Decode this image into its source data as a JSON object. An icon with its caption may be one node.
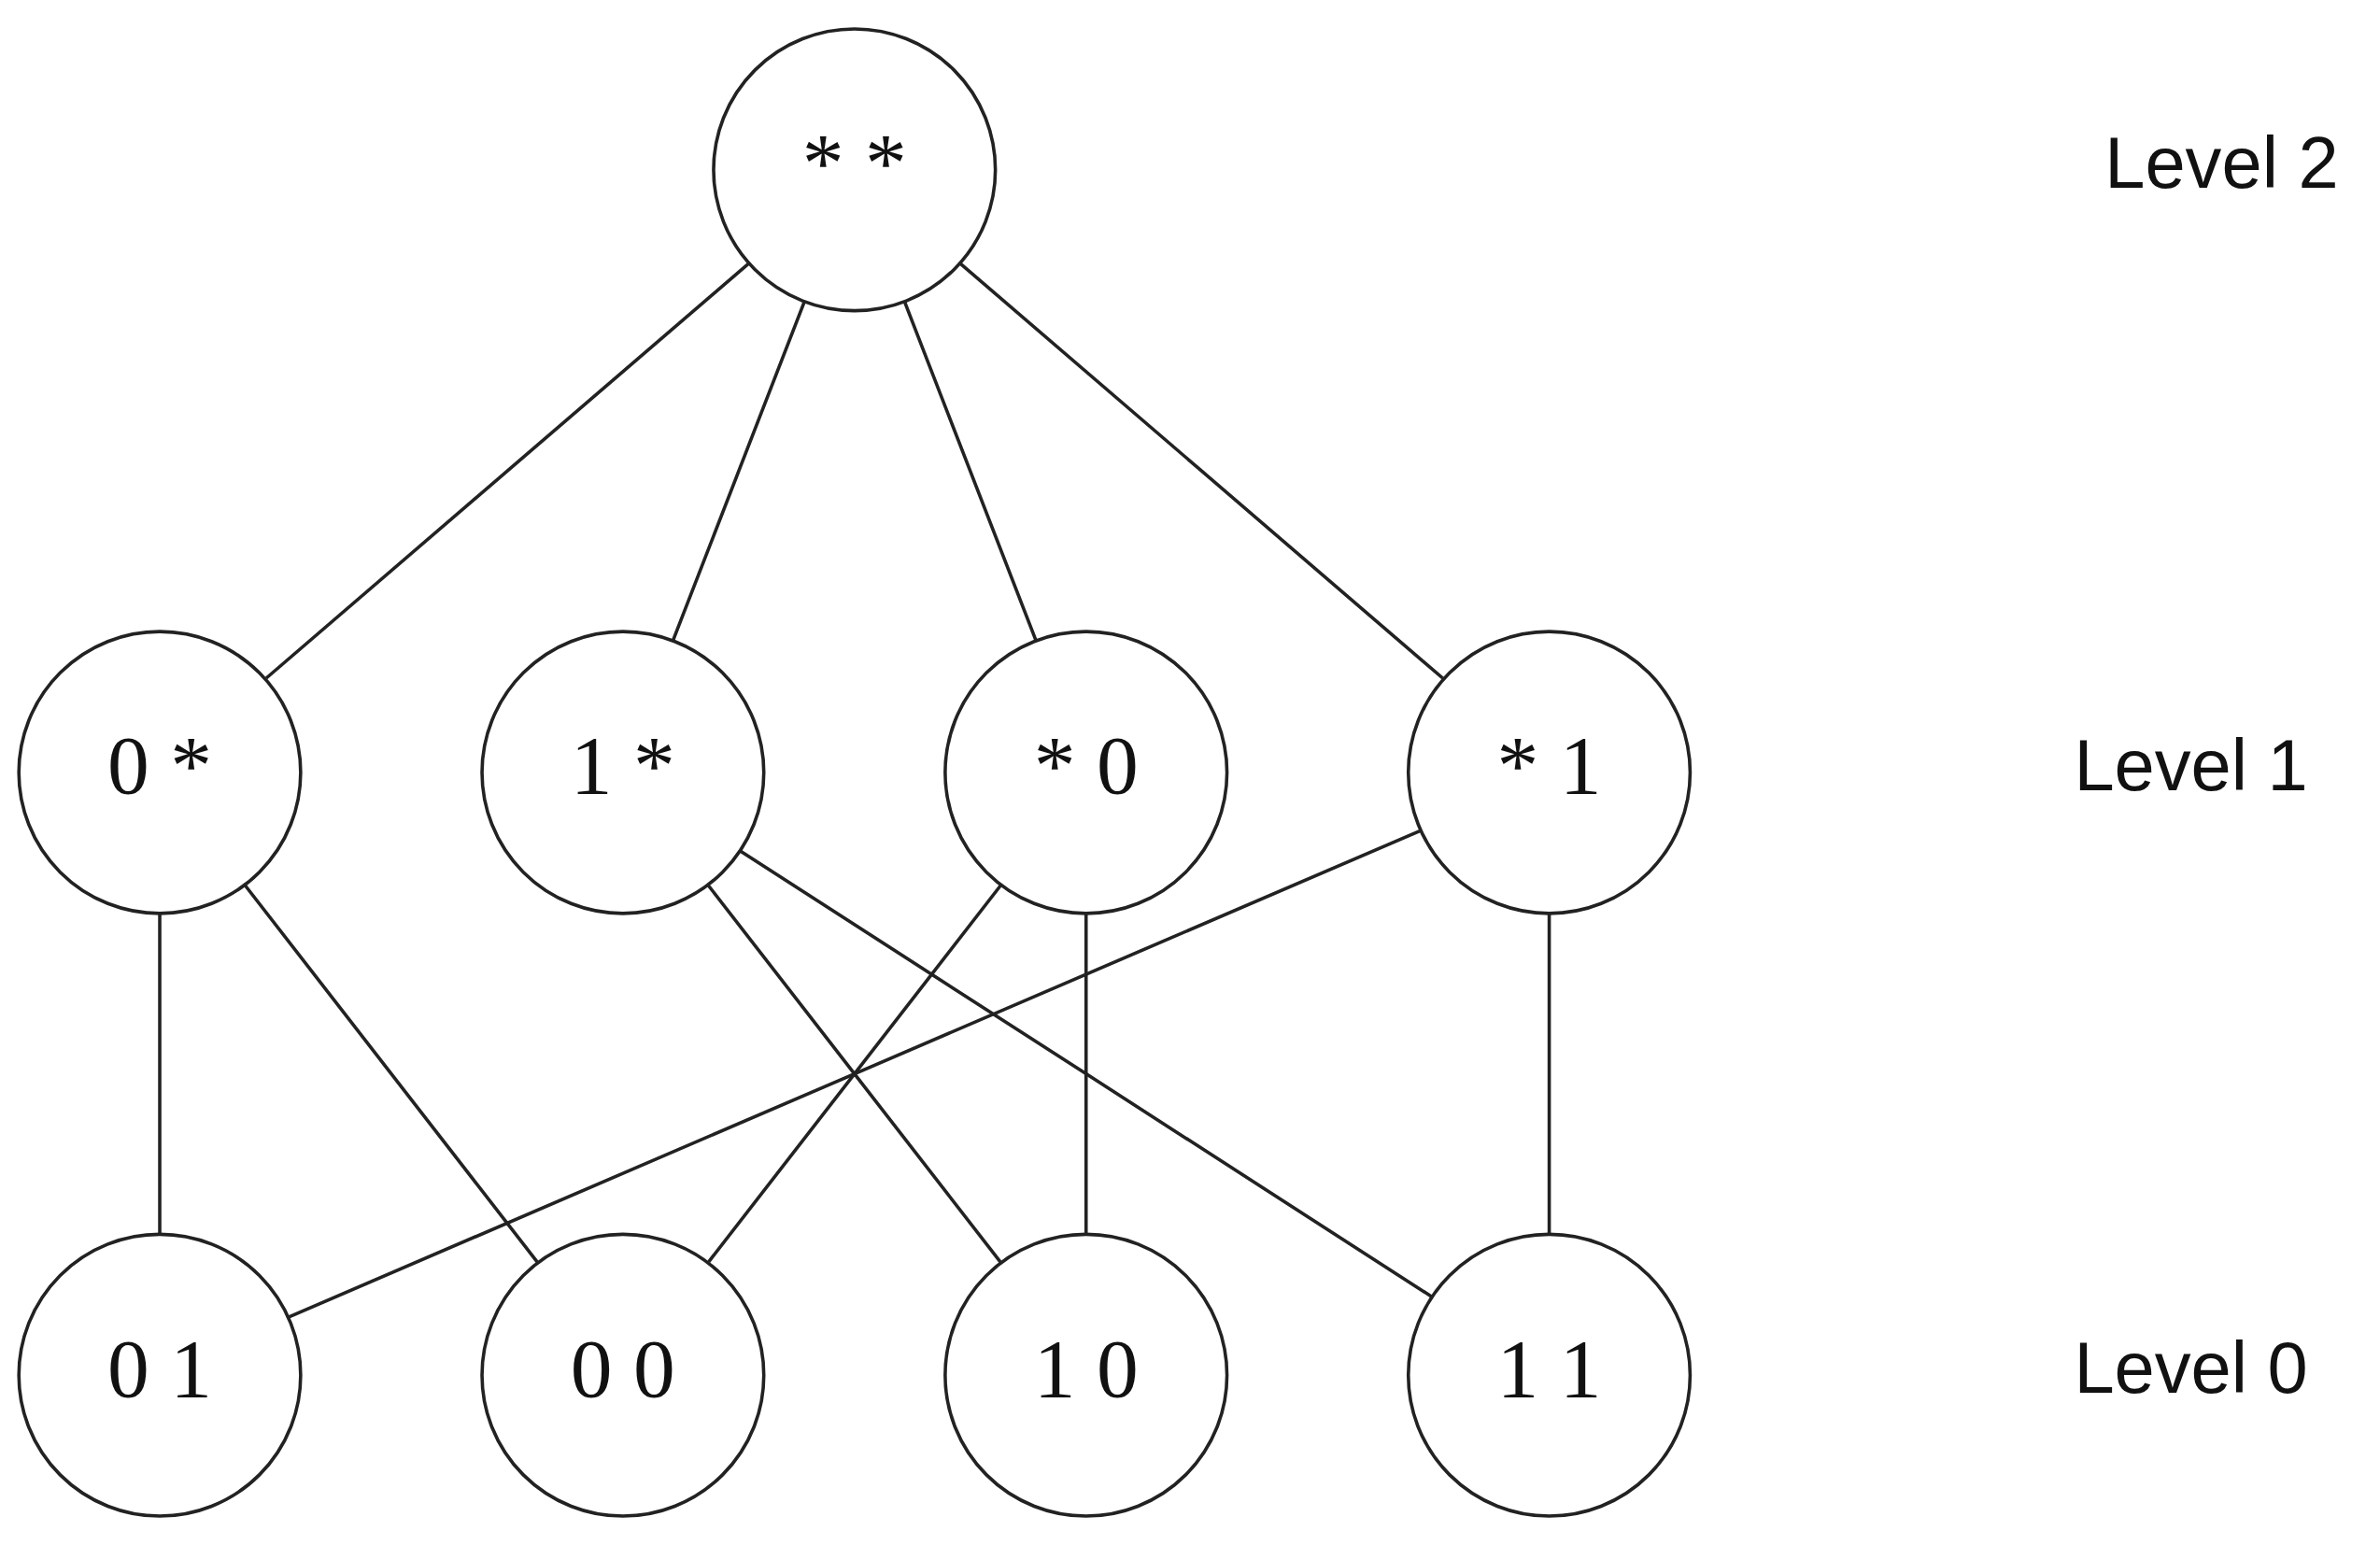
{
  "diagram": {
    "nodes": [
      {
        "text": [
          "* *"
        ]
      },
      {
        "text": [
          "0 *"
        ]
      },
      {
        "text": [
          "1 *"
        ]
      },
      {
        "text": [
          "* 0"
        ]
      },
      {
        "text": [
          "* 1"
        ]
      },
      {
        "text": [
          "0 1"
        ]
      },
      {
        "text": [
          "0 0"
        ]
      },
      {
        "text": [
          "1 0"
        ]
      },
      {
        "text": [
          "1 1"
        ]
      }
    ],
    "edges": [
      {
        "from": 0,
        "to": 1,
        "arrow": "none"
      },
      {
        "from": 0,
        "to": 2,
        "arrow": "none"
      },
      {
        "from": 0,
        "to": 3,
        "arrow": "none"
      },
      {
        "from": 0,
        "to": 4,
        "arrow": "none"
      },
      {
        "from": 1,
        "to": 5,
        "arrow": "none"
      },
      {
        "from": 1,
        "to": 6,
        "arrow": "none"
      },
      {
        "from": 2,
        "to": 7,
        "arrow": "none"
      },
      {
        "from": 2,
        "to": 8,
        "arrow": "none"
      },
      {
        "from": 3,
        "to": 6,
        "arrow": "none"
      },
      {
        "from": 3,
        "to": 7,
        "arrow": "none"
      },
      {
        "from": 4,
        "to": 5,
        "arrow": "none"
      },
      {
        "from": 4,
        "to": 8,
        "arrow": "none"
      }
    ],
    "labels": [
      "Level 2",
      "Level 1",
      "Level 0"
    ]
  }
}
